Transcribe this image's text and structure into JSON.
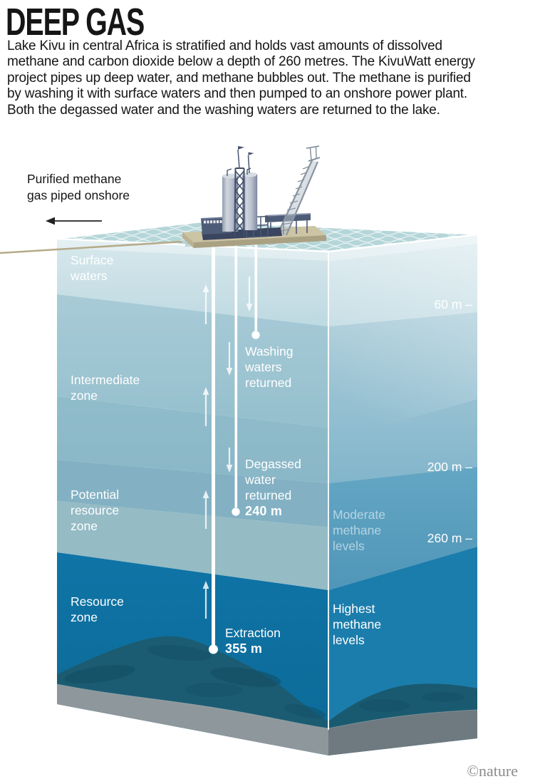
{
  "palette": {
    "surface_band": "#c9dfe5",
    "intermediate_band": "#8cb9c9",
    "potential_band": "#95bbc5",
    "resource_band": "#0f74a6",
    "right_face_deep": "#1b7dac",
    "lake_floor": "#1b5c72",
    "sediment_gray": "#8e979b",
    "barge_tan": "#cdc4a4",
    "rig_slate": "#46526c"
  },
  "header": {
    "title": "DEEP GAS",
    "intro_lines": [
      "Lake Kivu in central Africa is stratified and holds vast amounts of dissolved",
      "methane and carbon dioxide below a depth of 260 metres. The KivuWatt energy",
      "project pipes up deep water, and methane bubbles out. The methane is purified",
      "by washing it with surface waters and then pumped to an onshore power plant.",
      "Both the degassed water and the washing waters are returned to the lake."
    ]
  },
  "diagram": {
    "onshore": {
      "label_lines": [
        "Purified methane",
        "gas piped onshore"
      ]
    },
    "zone_labels": [
      {
        "id": "surface-waters",
        "lines": [
          "Surface",
          "waters"
        ]
      },
      {
        "id": "intermediate-zone",
        "lines": [
          "Intermediate",
          "zone"
        ]
      },
      {
        "id": "potential-resource-zone",
        "lines": [
          "Potential",
          "resource",
          "zone"
        ]
      },
      {
        "id": "resource-zone",
        "lines": [
          "Resource",
          "zone"
        ]
      }
    ],
    "depth_markers": [
      {
        "label": "60 m –"
      },
      {
        "label": "200 m –"
      },
      {
        "label": "260 m –"
      }
    ],
    "flow_labels": {
      "washing_lines": [
        "Washing",
        "waters",
        "returned"
      ],
      "degassed_lines": [
        "Degassed",
        "water",
        "returned"
      ],
      "degassed_depth": "240 m",
      "extraction_label": "Extraction",
      "extraction_depth": "355 m"
    },
    "methane_labels": {
      "moderate_lines": [
        "Moderate",
        "methane",
        "levels"
      ],
      "highest_lines": [
        "Highest",
        "methane",
        "levels"
      ]
    }
  },
  "footer": {
    "credit": "©nature"
  }
}
